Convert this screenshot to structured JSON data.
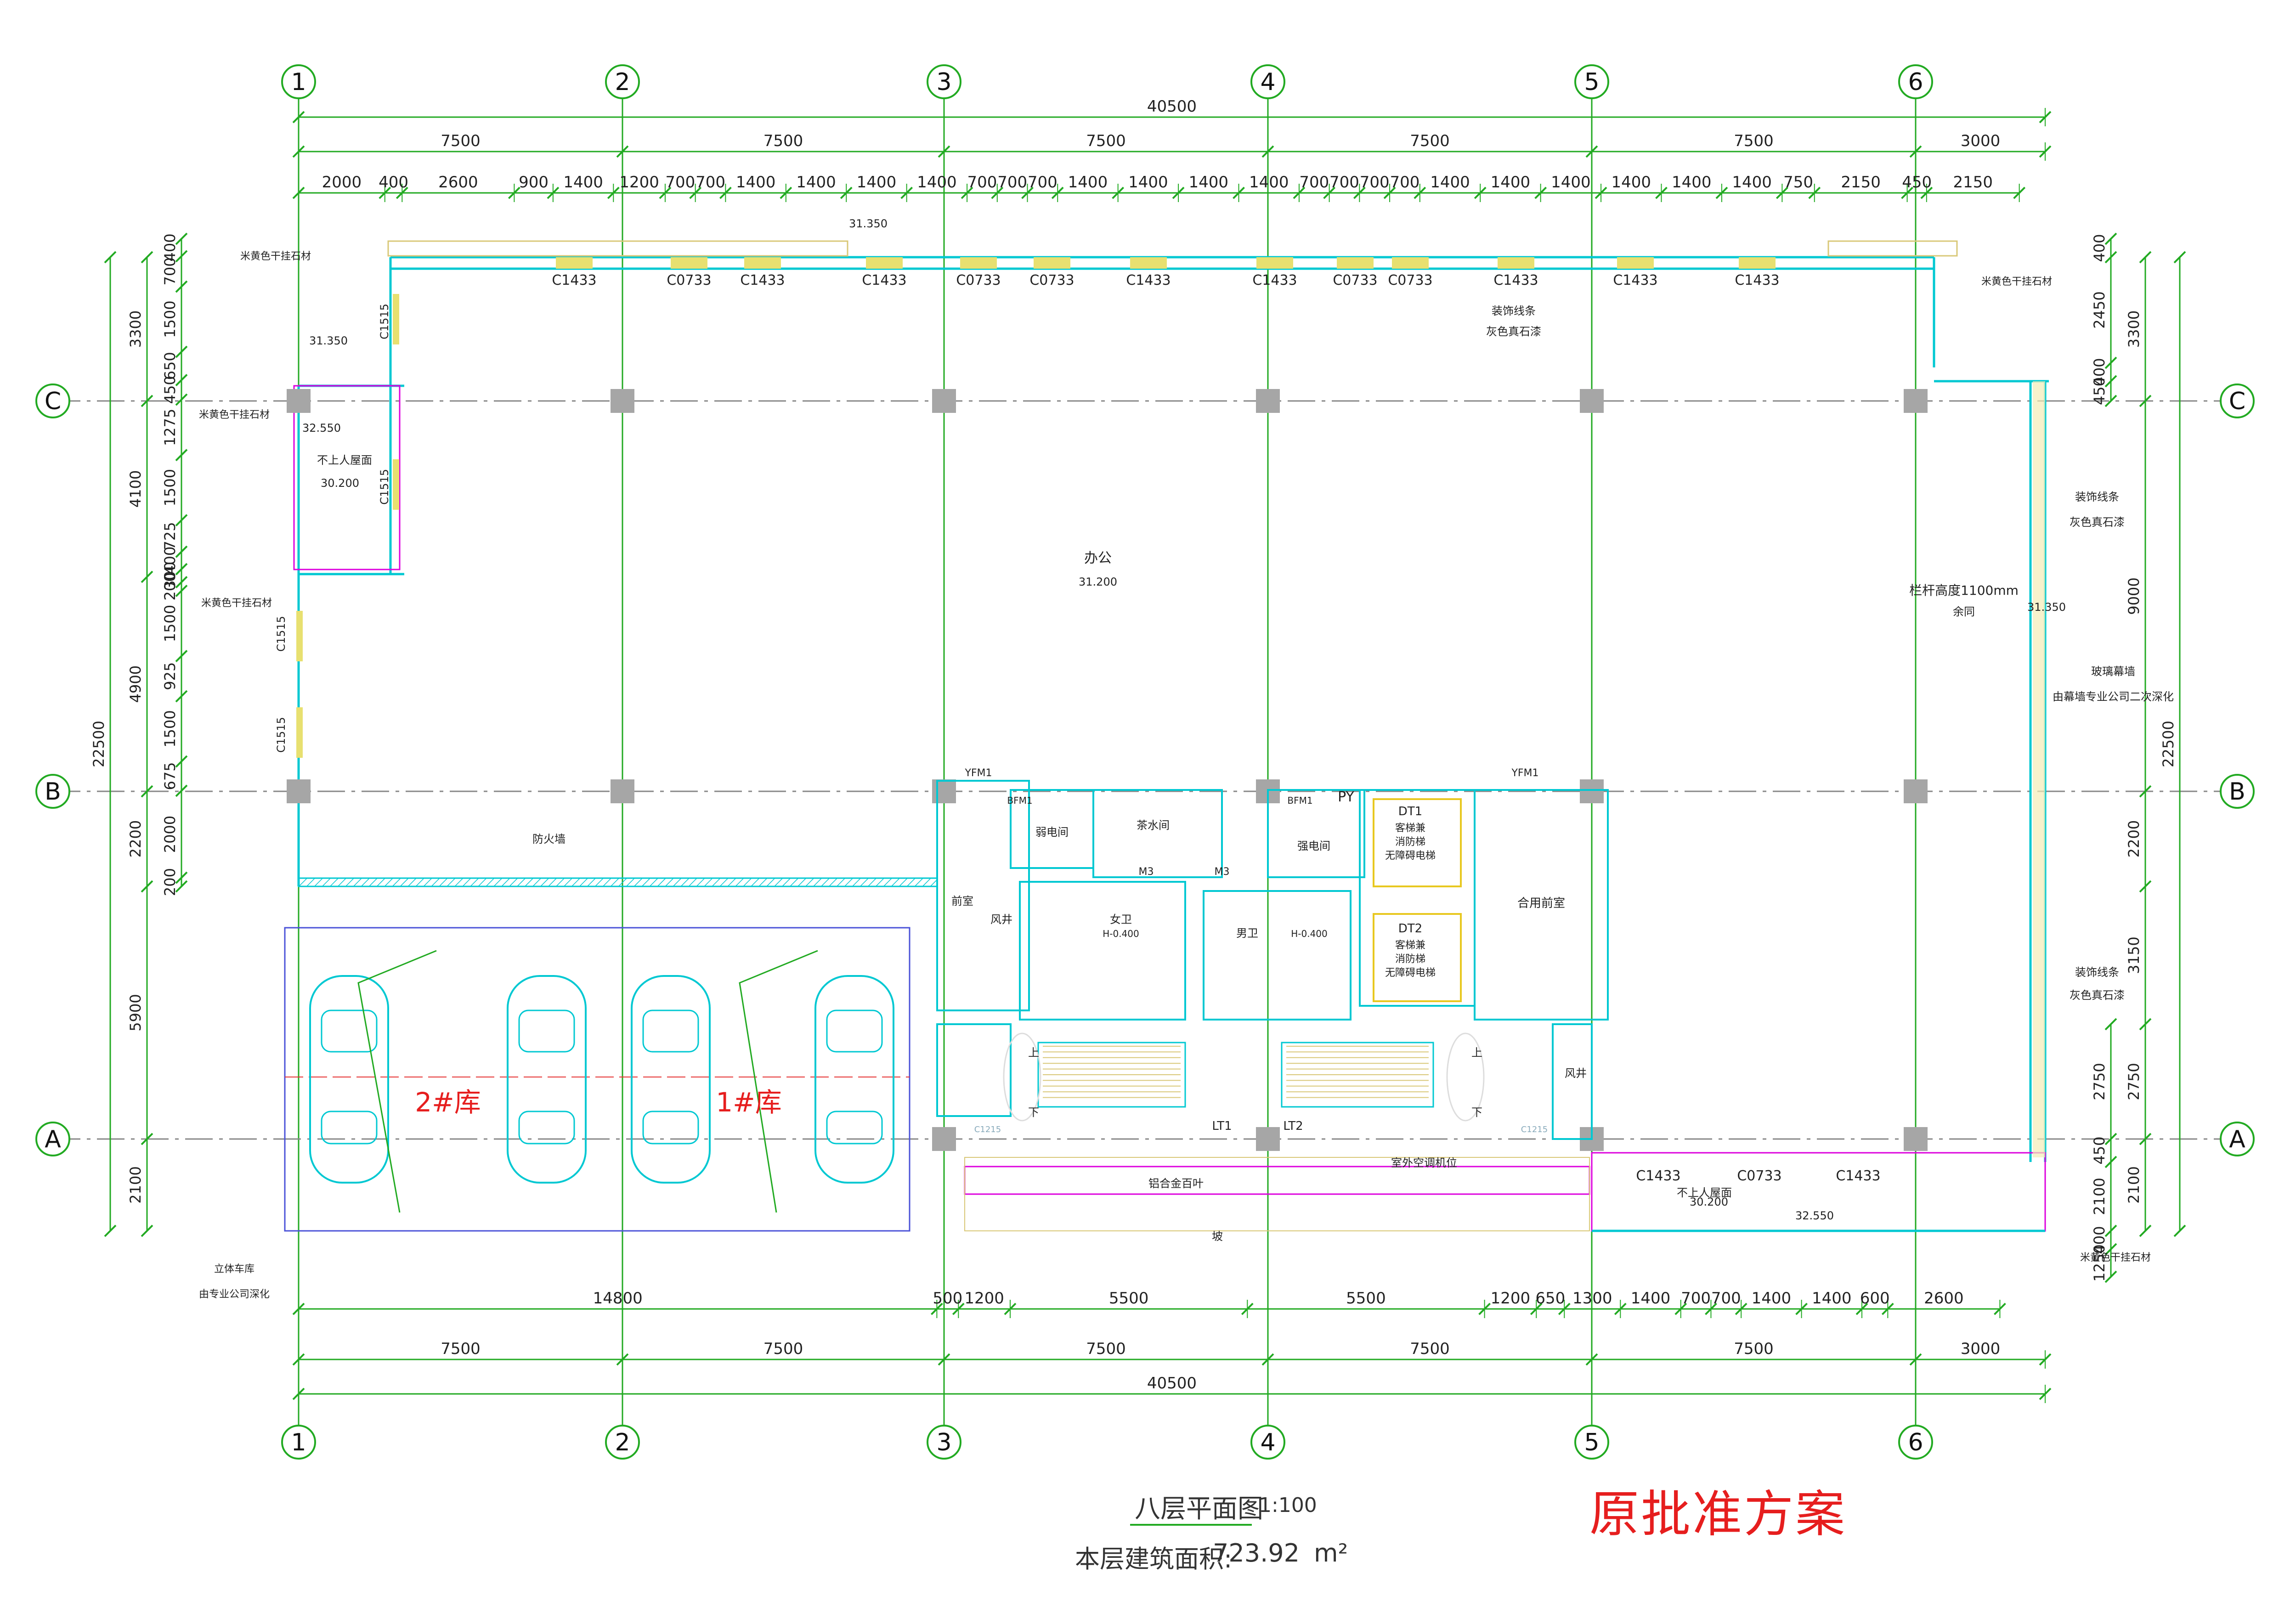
{
  "drawing": {
    "title": "八层平面图",
    "scale": "1:100",
    "area_label": "本层建筑面积:",
    "area_value": "723.92",
    "area_unit": "m²",
    "stamp": "原批准方案"
  },
  "axes": {
    "columns": [
      "1",
      "2",
      "3",
      "4",
      "5",
      "6"
    ],
    "rows": [
      "C",
      "B",
      "A"
    ]
  },
  "dimensions": {
    "top_total": "40500",
    "top_bays": [
      "7500",
      "7500",
      "7500",
      "7500",
      "7500",
      "3000"
    ],
    "top_detail": [
      "2000",
      "400",
      "2600",
      "900",
      "1400",
      "1200",
      "700",
      "700",
      "1400",
      "1400",
      "1400",
      "1400",
      "700",
      "700",
      "700",
      "1400",
      "1400",
      "1400",
      "1400",
      "700",
      "700",
      "700",
      "700",
      "1400",
      "1400",
      "1400",
      "1400",
      "1400",
      "1400",
      "750",
      "2150",
      "450",
      "2150"
    ],
    "bottom_detail": [
      "14800",
      "500",
      "1200",
      "5500",
      "5500",
      "1200",
      "650",
      "1300",
      "1400",
      "700",
      "700",
      "1400",
      "1400",
      "600",
      "2600"
    ],
    "bottom_bays": [
      "7500",
      "7500",
      "7500",
      "7500",
      "7500",
      "3000"
    ],
    "bottom_total": "40500",
    "left_total": "22500",
    "left_outer": [
      "3300",
      "4100",
      "4900",
      "2200",
      "5900",
      "2100"
    ],
    "left_inner": [
      "400",
      "700",
      "1500",
      "650",
      "450",
      "1275",
      "1500",
      "725",
      "400",
      "300",
      "200",
      "1500",
      "925",
      "1500",
      "675",
      "2000",
      "200"
    ],
    "right_total": "22500",
    "right_outer": [
      "3300",
      "9000",
      "2200",
      "3150",
      "2750",
      "2100"
    ],
    "right_inner": [
      "400",
      "2450",
      "400",
      "450",
      "2750",
      "450",
      "2100",
      "400",
      "1250"
    ]
  },
  "rooms": {
    "office": "办公",
    "office_elev": "31.200",
    "garage1": "1#库",
    "garage2": "2#库",
    "weak": "弱电间",
    "tea": "茶水间",
    "strong": "强电间",
    "female": "女卫",
    "male": "男卫",
    "stair_lobby_left": "前室",
    "shared_lobby": "合用前室",
    "shaft_left": "风井",
    "shaft_right": "风井",
    "dt1": [
      "DT1",
      "客梯兼",
      "消防梯",
      "无障碍电梯"
    ],
    "dt2": [
      "DT2",
      "客梯兼",
      "消防梯",
      "无障碍电梯"
    ],
    "roof_left": "不上人屋面",
    "roof_right": "不上人屋面",
    "balcony": "余同",
    "pipe_well": "PY"
  },
  "labels": {
    "stone_left_top": "米黄色干挂石材",
    "stone_left_mid": "米黄色干挂石材",
    "stone_left_low": "米黄色干挂石材",
    "stone_right_top": "米黄色干挂石材",
    "stone_right_bottom": "米黄色干挂石材",
    "trim_top": "装饰线条",
    "trim_top2": "灰色真石漆",
    "trim_right1": "装饰线条",
    "trim_right1b": "灰色真石漆",
    "trim_right2": "装饰线条",
    "trim_right2b": "灰色真石漆",
    "railing": "栏杆高度1100mm",
    "curtain": "玻璃幕墙",
    "curtain2": "由幕墙专业公司二次深化",
    "firewall": "防火墙",
    "garage_note": "立体车库",
    "garage_note2": "由专业公司深化",
    "louver": "铝合金百叶",
    "ac": "室外空调机位",
    "slope": "坡",
    "lt1": "LT1",
    "lt2": "LT2",
    "yfm1a": "YFM1",
    "yfm1b": "YFM1",
    "bfm": "BFM1",
    "bfm2": "BFM1",
    "m3a": "M3",
    "m3b": "M3",
    "h_f": "H-0.400",
    "h_m": "H-0.400",
    "up1": "上",
    "down1": "下",
    "up2": "上",
    "down2": "下"
  },
  "elevations": [
    "31.350",
    "31.350",
    "32.550",
    "30.200",
    "31.350",
    "30.200",
    "32.550"
  ],
  "windows": {
    "top": [
      "C1433",
      "C0733",
      "C1433",
      "C1433",
      "C0733",
      "C0733",
      "C1433",
      "C1433",
      "C0733",
      "C0733",
      "C1433",
      "C1433",
      "C1433"
    ],
    "left": [
      "C1515",
      "C1515",
      "C1515",
      "C1515"
    ],
    "bottom_right": [
      "C1433",
      "C0733",
      "C1433"
    ],
    "stair": [
      "C1215",
      "C1215"
    ]
  },
  "colors": {
    "axis_circle": "#22aa22",
    "dim_line": "#22aa22",
    "dim_text": "#222222",
    "wall": "#00c8d2",
    "window": "#e8e070",
    "column": "#a6a6a6",
    "axis_line": "#888888",
    "stamp": "#e61e1e",
    "garage_text": "#e61e1e",
    "magenta": "#dd00dd"
  }
}
